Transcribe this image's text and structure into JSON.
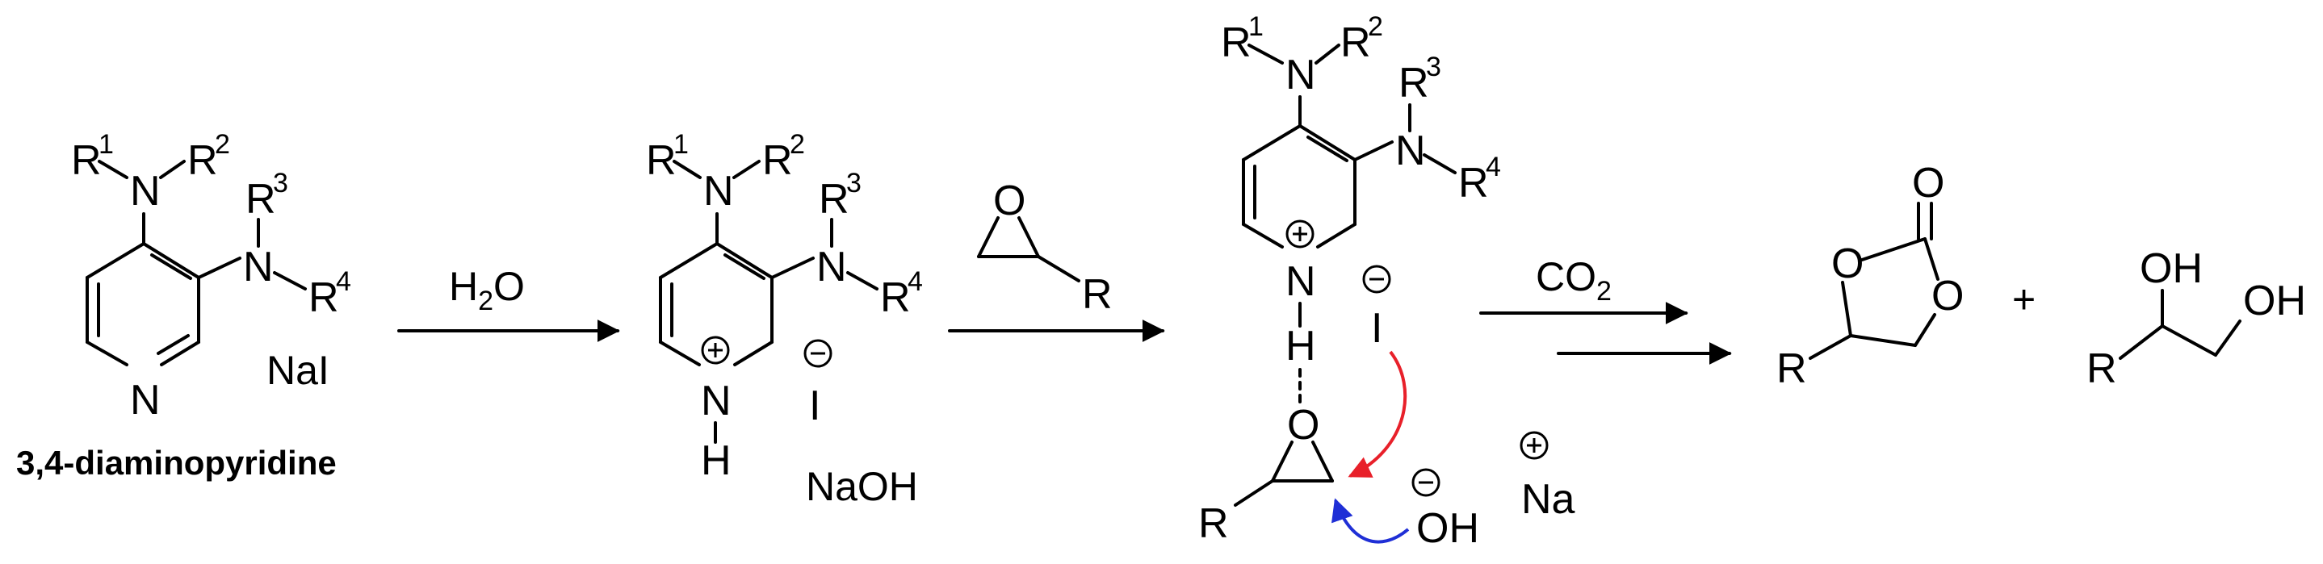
{
  "labels": {
    "caption": "3,4-diaminopyridine",
    "r1": "R",
    "r1_sup": "1",
    "r2": "R",
    "r2_sup": "2",
    "r3": "R",
    "r3_sup": "3",
    "r4": "R",
    "r4_sup": "4",
    "N": "N",
    "H": "H",
    "I": "I",
    "O": "O",
    "R": "R",
    "OH": "OH",
    "Na": "Na",
    "plus": "+"
  },
  "reagents": {
    "nai": "NaI",
    "water_h": "H",
    "water_sub": "2",
    "water_o": "O",
    "naoh": "NaOH",
    "co2_c": "CO",
    "co2_sub": "2"
  },
  "colors": {
    "ink": "#000000",
    "red_arrow": "#e8202a",
    "blue_arrow": "#1f2fd6"
  }
}
